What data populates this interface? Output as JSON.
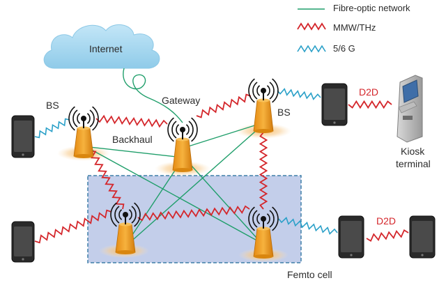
{
  "legend": {
    "items": [
      {
        "label": "Fibre-optic network",
        "type": "fibre",
        "color": "#1f9e6a"
      },
      {
        "label": "MMW/THz",
        "type": "mmw",
        "color": "#d4262b"
      },
      {
        "label": "5/6 G",
        "type": "g56",
        "color": "#2aa0c8"
      }
    ]
  },
  "labels": {
    "internet": "Internet",
    "gateway": "Gateway",
    "bs_left": "BS",
    "bs_right": "BS",
    "backhaul": "Backhaul",
    "d2d_top": "D2D",
    "d2d_bottom": "D2D",
    "kiosk": "Kiosk",
    "terminal": "terminal",
    "femto": "Femto cell"
  },
  "colors": {
    "tower": "#f0a628",
    "tower_dark": "#c97a10",
    "glow": "#f6c27a",
    "femto_fill": "#b9c6e6",
    "femto_border": "#3e7fa8",
    "cloud": "#9fd3ee",
    "phone": "#2a2a2a"
  }
}
